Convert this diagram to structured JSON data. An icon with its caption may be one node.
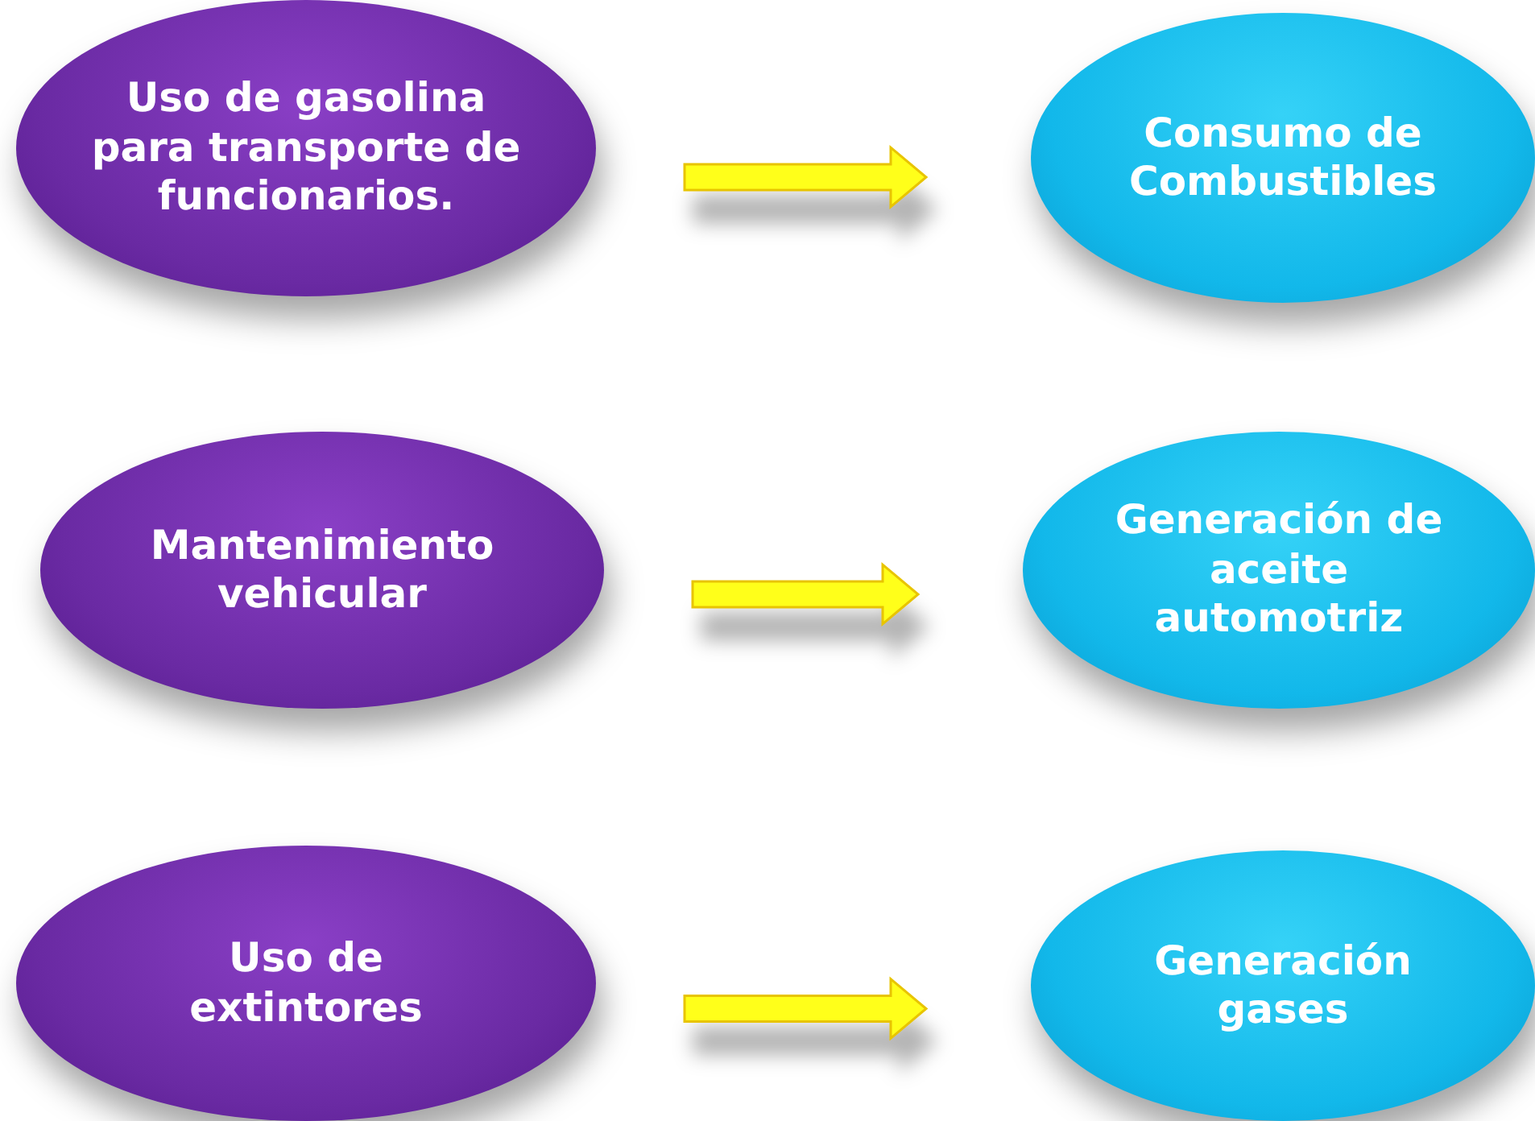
{
  "diagram": {
    "nodes": [
      {
        "text": [
          "Uso de gasolina para transporte de funcionarios."
        ]
      },
      {
        "text": [
          "Consumo de Combustibles"
        ]
      },
      {
        "text": [
          "Mantenimiento vehicular"
        ]
      },
      {
        "text": [
          "Generación de aceite automotriz"
        ]
      },
      {
        "text": [
          "Uso de extintores"
        ]
      },
      {
        "text": [
          "Generación gases"
        ]
      }
    ],
    "edges": [
      {
        "from": 0,
        "to": 1,
        "arrow": "to"
      },
      {
        "from": 2,
        "to": 3,
        "arrow": "to"
      },
      {
        "from": 4,
        "to": 5,
        "arrow": "to"
      }
    ]
  }
}
